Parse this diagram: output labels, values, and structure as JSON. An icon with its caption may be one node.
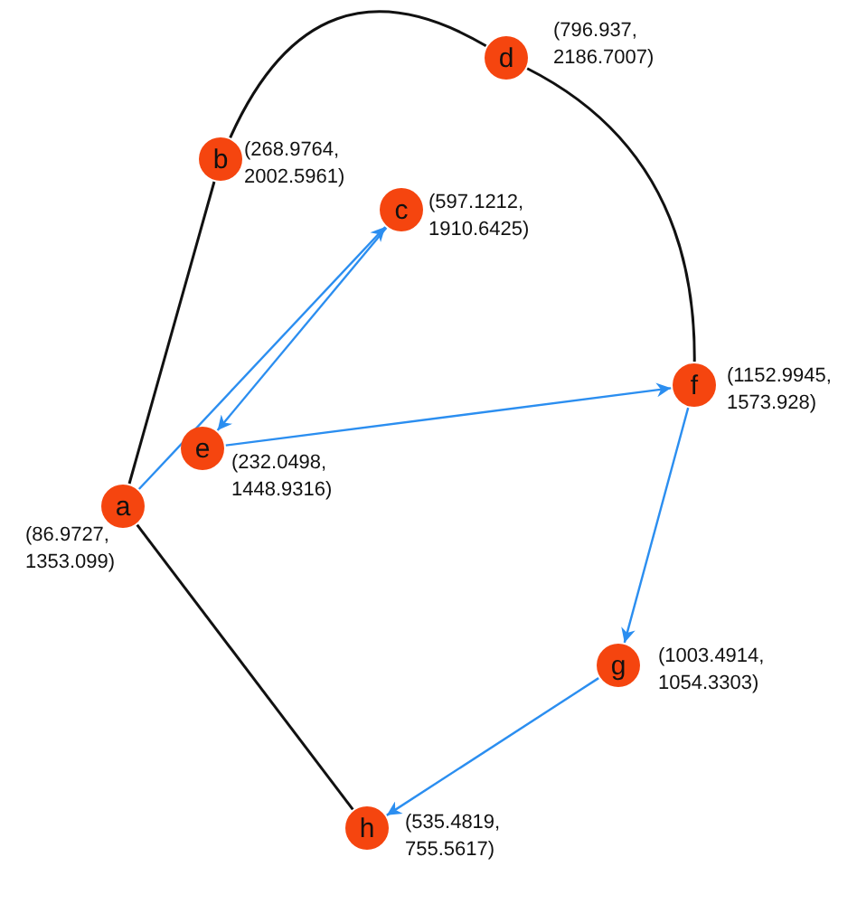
{
  "diagram": {
    "nodes": [
      {
        "text": [
          "a"
        ],
        "beside": [
          "(86.9727, 1353.099)"
        ]
      },
      {
        "text": [
          "b"
        ],
        "beside": [
          "(268.9764, 2002.5961)"
        ]
      },
      {
        "text": [
          "c"
        ],
        "beside": [
          "(597.1212, 1910.6425)"
        ]
      },
      {
        "text": [
          "d"
        ],
        "beside": [
          "(796.937, 2186.7007)"
        ]
      },
      {
        "text": [
          "e"
        ],
        "beside": [
          "(232.0498, 1448.9316)"
        ]
      },
      {
        "text": [
          "f"
        ],
        "beside": [
          "(1152.9945, 1573.928)"
        ]
      },
      {
        "text": [
          "g"
        ],
        "beside": [
          "(1003.4914, 1054.3303)"
        ]
      },
      {
        "text": [
          "h"
        ],
        "beside": [
          "(535.4819, 755.5617)"
        ]
      }
    ],
    "edges": [
      {
        "from": 0,
        "to": 1,
        "arrow": "none",
        "color": "#111111"
      },
      {
        "from": 1,
        "to": 3,
        "arrow": "none",
        "color": "#111111"
      },
      {
        "from": 3,
        "to": 5,
        "arrow": "none",
        "color": "#111111"
      },
      {
        "from": 7,
        "to": 0,
        "arrow": "none",
        "color": "#111111"
      },
      {
        "from": 0,
        "to": 2,
        "arrow": "to"
      },
      {
        "from": 2,
        "to": 4,
        "arrow": "to"
      },
      {
        "from": 4,
        "to": 5,
        "arrow": "to"
      },
      {
        "from": 5,
        "to": 6,
        "arrow": "to"
      },
      {
        "from": 6,
        "to": 7,
        "arrow": "to"
      }
    ]
  }
}
